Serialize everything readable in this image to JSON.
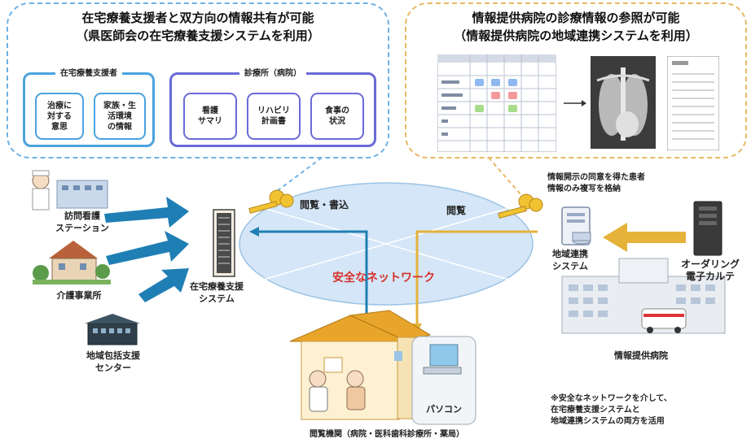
{
  "top_left": {
    "title_line1": "在宅療養支援者と双方向の情報共有が可能",
    "title_line2": "（県医師会の在宅療養支援システムを利用）",
    "group1_label": "在宅療養支援者",
    "group1_items": [
      "治療に\n対する\n意思",
      "家族・生\n活環境\nの情報"
    ],
    "group2_label": "診療所（病院）",
    "group2_items": [
      "看護\nサマリ",
      "リハビリ\n計画書",
      "食事の\n状況"
    ]
  },
  "top_right": {
    "title_line1": "情報提供病院の診療情報の参照が可能",
    "title_line2": "（情報提供病院の地域連携システムを利用）"
  },
  "left_sources": [
    "訪問看護\nステーション",
    "介護事業所",
    "地域包括支援\nセンター"
  ],
  "home_system_label": "在宅療養支援\nシステム",
  "network": {
    "label": "安全なネットワーク",
    "left_access": "閲覧・書込",
    "right_access": "閲覧"
  },
  "consent_note": "情報開示の同意を得た患者\n情報のみ複写を格納",
  "regional_system_label": "地域連携\nシステム",
  "ordering_label": "オーダリング\n電子カルテ",
  "provider_hospital_label": "情報提供病院",
  "pc_label": "パソコン",
  "viewer_label": "閲覧機関（病院・医科歯科診療所・薬局）",
  "footnote": "※安全なネットワークを介して、\n在宅療養支援システムと\n地域連携システムの両方を活用",
  "colors": {
    "blue_arrow": "#1f7fb4",
    "gold_arrow": "#e5b23a",
    "ellipse": "#d4e6f7",
    "network_text": "#d6302a",
    "group1": "#4aa3df",
    "group2": "#6a6ad8"
  }
}
